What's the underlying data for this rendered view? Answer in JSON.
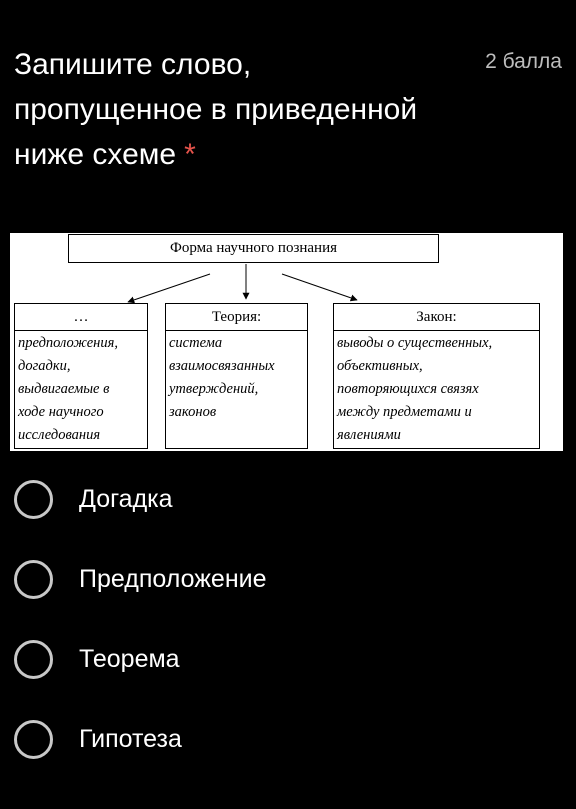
{
  "question": {
    "title_lines": [
      "Запишите слово,",
      "пропущенное в приведенной",
      "ниже схеме"
    ],
    "required_mark": "*",
    "points": "2 балла"
  },
  "diagram": {
    "top_label": "Форма научного познания",
    "columns": [
      {
        "header": "…",
        "body": "предположения,\nдогадки,\nвыдвигаемые в\nходе научного\nисследования"
      },
      {
        "header": "Теория:",
        "body": "система\nвзаимосвязанных\nутверждений,\nзаконов"
      },
      {
        "header": "Закон:",
        "body": "выводы о существенных,\nобъективных,\nповторяющихся связях\nмежду предметами и\nявлениями"
      }
    ]
  },
  "options": [
    {
      "label": "Догадка"
    },
    {
      "label": "Предположение"
    },
    {
      "label": "Теорема"
    },
    {
      "label": "Гипотеза"
    }
  ],
  "colors": {
    "background": "#000000",
    "text": "#ffffff",
    "required": "#e5534b",
    "muted": "#bdbdbd",
    "radio_border": "#c8c8c8"
  }
}
